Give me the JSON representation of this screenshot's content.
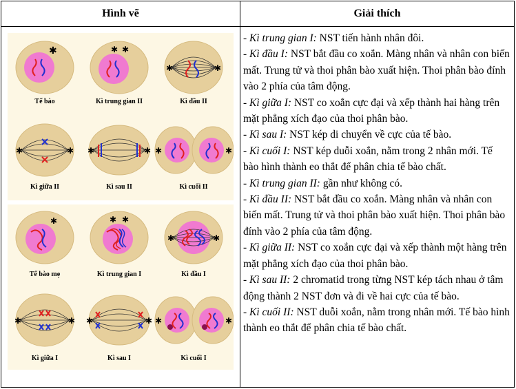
{
  "headers": {
    "left": "Hình vẽ",
    "right": "Giải thích"
  },
  "figure": {
    "top_labels": [
      "Tế bào",
      "Kì trung gian II",
      "Kì đầu II",
      "Kì giữa II",
      "Kì sau II",
      "Kì cuối II"
    ],
    "bottom_labels": [
      "Tế bào mẹ",
      "Kì trung gian I",
      "Kì đầu I",
      "Kì giữa I",
      "Kì sau I",
      "Kì cuối I"
    ],
    "colors": {
      "cytoplasm": "#e6cf9c",
      "nucleus": "#f07ad0",
      "chromosome_red": "#e02020",
      "chromosome_blue": "#2030d0"
    }
  },
  "explanations": [
    {
      "phase": "- Kì trung gian I:",
      "text": " NST tiến hành nhân đôi."
    },
    {
      "phase": "- Kì đầu I:",
      "text": " NST bắt đầu co xoắn. Màng nhân và nhân con biến mất. Trung tử và thoi phân bào xuất hiện. Thoi phân bào đính vào 2 phía của tâm động."
    },
    {
      "phase": "- Kì giữa I:",
      "text": " NST co xoắn cực đại và xếp thành hai hàng trên mặt phẳng xích đạo của thoi phân bào."
    },
    {
      "phase": "- Kì sau I:",
      "text": " NST kép di chuyển về cực của tế bào."
    },
    {
      "phase": "- Kì cuối I:",
      "text": " NST kép duỗi xoắn, nằm trong 2 nhân mới. Tế bào hình thành eo thắt để phân chia tế bào chất."
    },
    {
      "phase": "- Kì trung gian II:",
      "text": " gần như không có."
    },
    {
      "phase": "- Kì đầu II:",
      "text": " NST bắt đầu co xoắn. Màng nhân và nhân con biến mất. Trung tử và thoi phân bào xuất hiện. Thoi phân bào đính vào 2 phía của tâm động."
    },
    {
      "phase": "- Kì giữa II:",
      "text": " NST co xoắn cực đại và xếp thành một hàng trên mặt phẳng xích đạo của thoi phân bào."
    },
    {
      "phase": "- Kì sau II:",
      "text": " 2 chromatid trong từng NST kép tách nhau ở tâm động thành 2 NST đơn và đi về hai cực của tế bào."
    },
    {
      "phase": "- Kì cuối II:",
      "text": " NST duỗi xoắn, nằm trong nhân mới. Tế bào hình thành eo thắt để phân chia tế bào chất."
    }
  ]
}
